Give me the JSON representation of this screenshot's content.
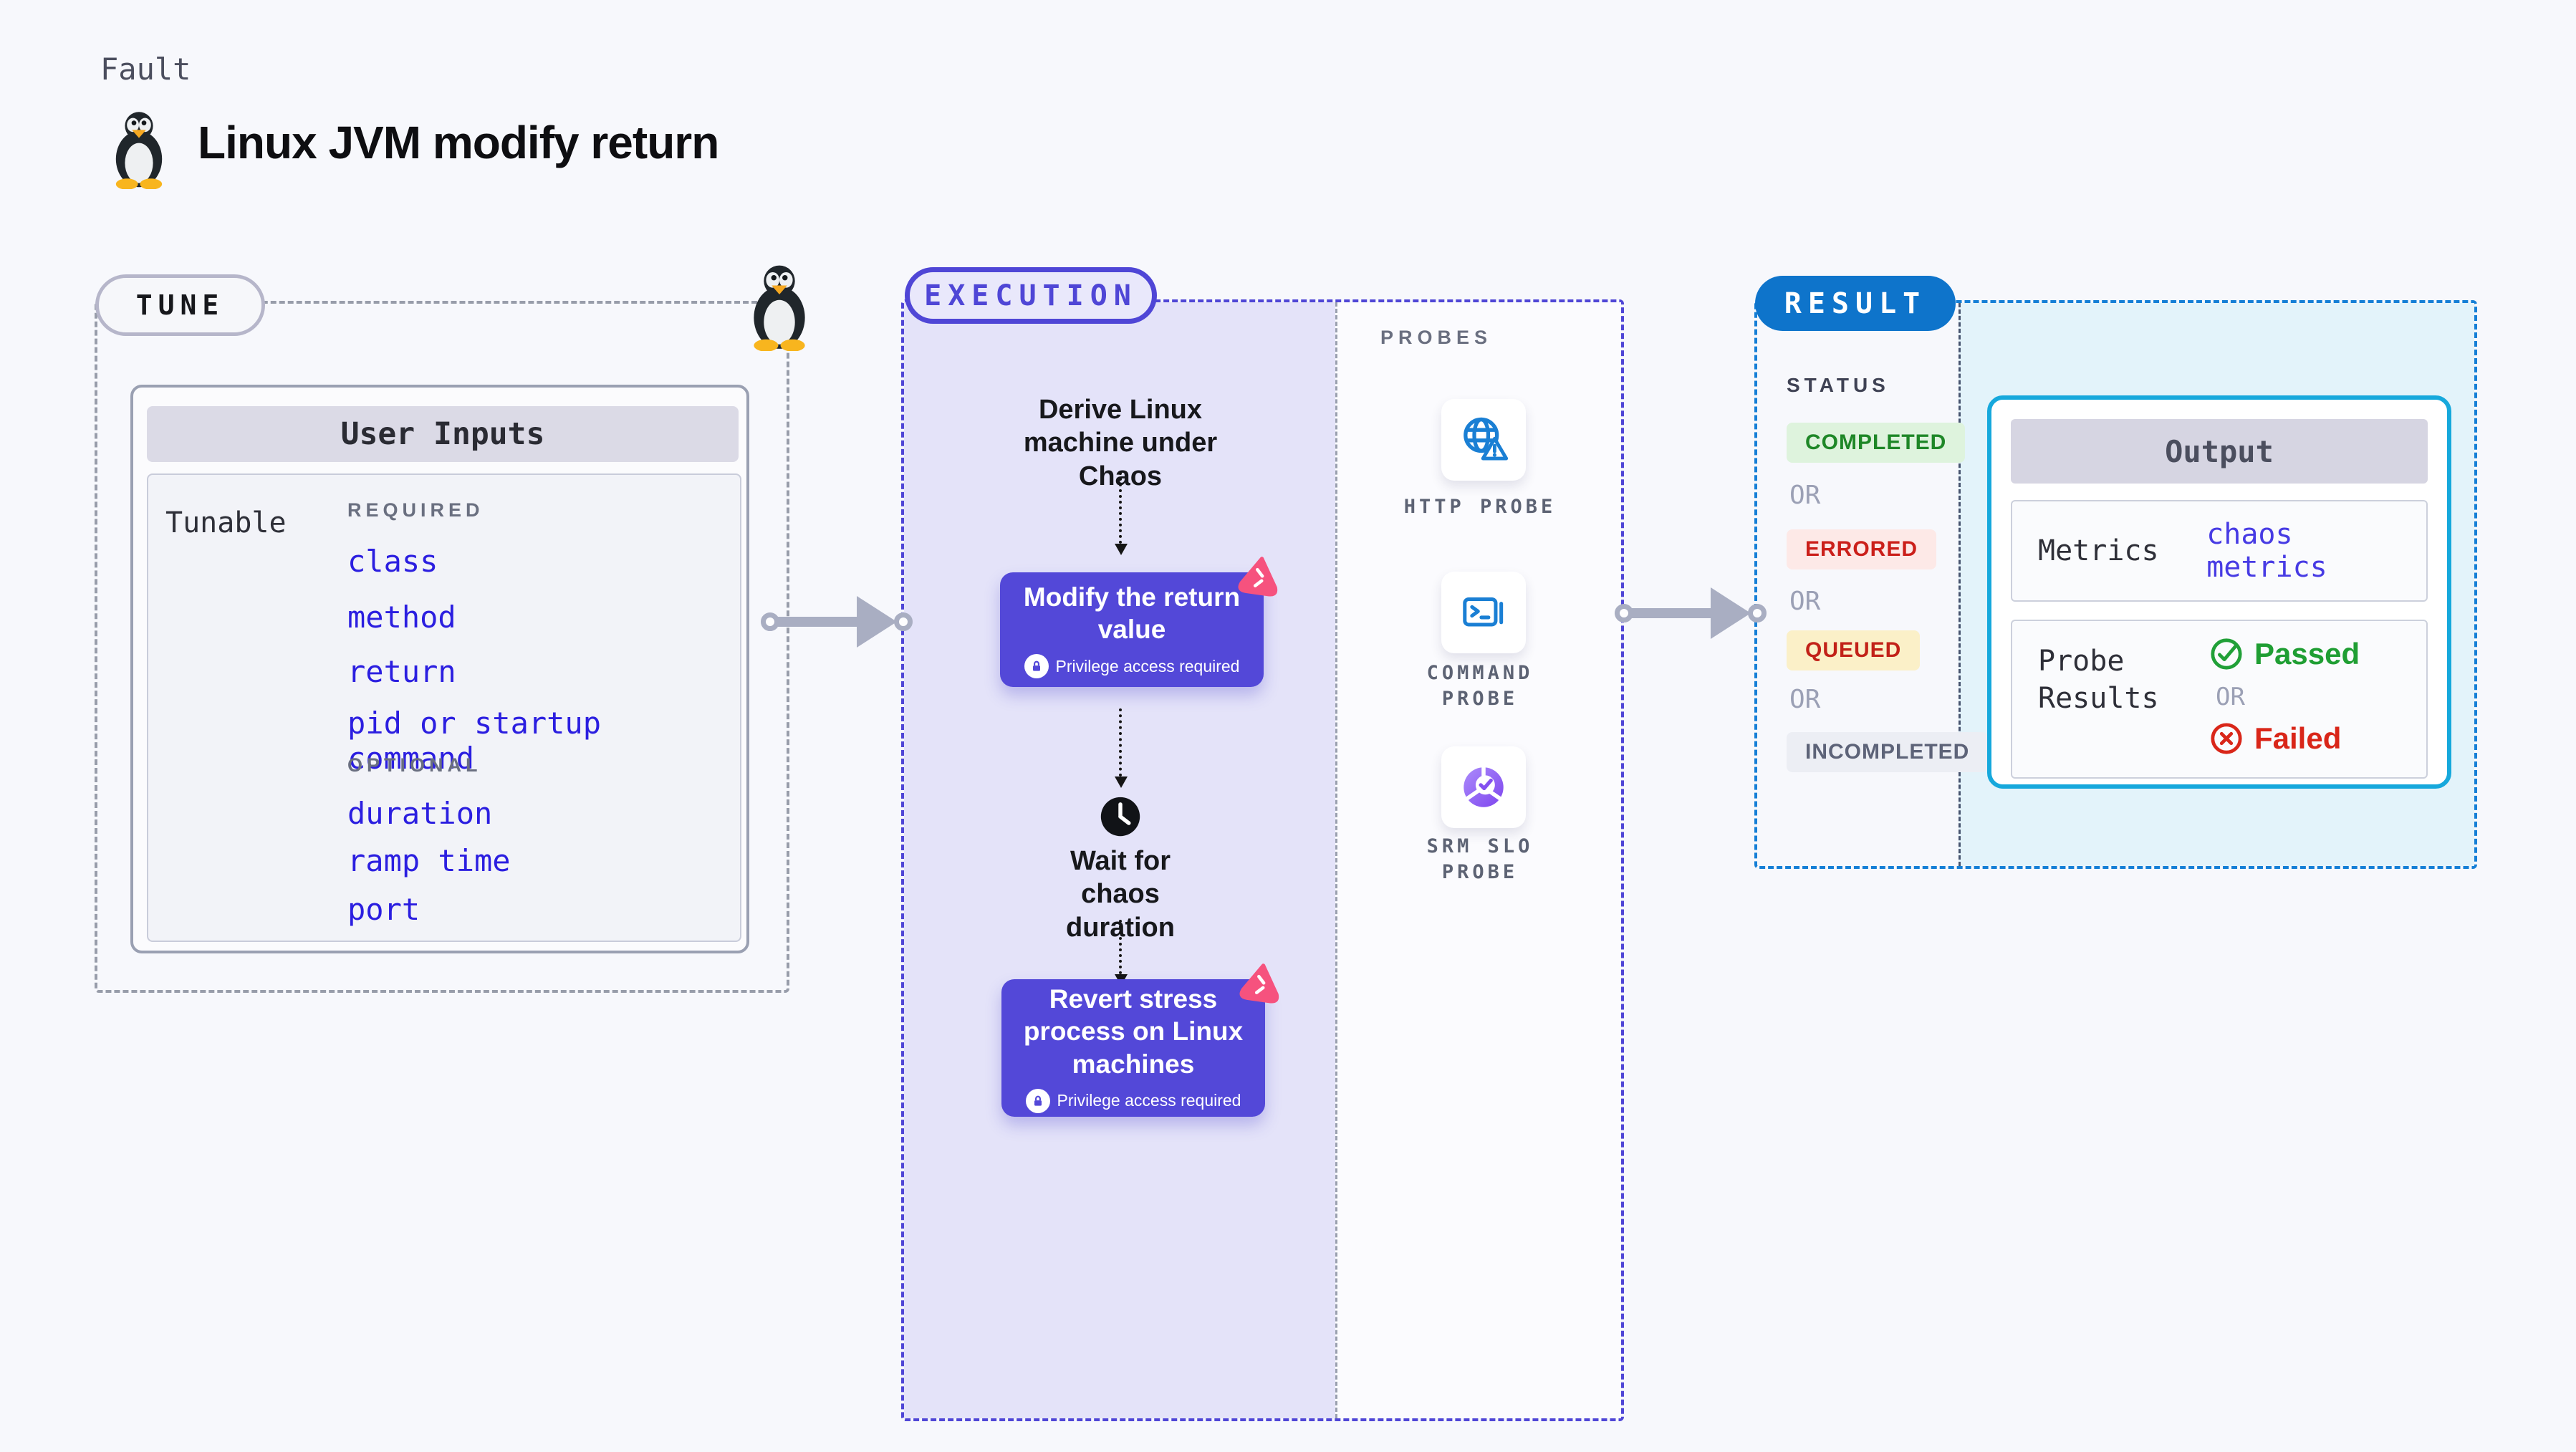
{
  "header": {
    "eyebrow": "Fault",
    "title": "Linux JVM modify return"
  },
  "tune": {
    "pill": "TUNE",
    "user_inputs": {
      "header": "User Inputs",
      "row_label": "Tunable",
      "required_label": "REQUIRED",
      "required_items": [
        "class",
        "method",
        "return",
        "pid or startup command"
      ],
      "optional_label": "OPTIONAL",
      "optional_items": [
        "duration",
        "ramp time",
        "port"
      ]
    }
  },
  "execution": {
    "pill": "EXECUTION",
    "derive_text": "Derive Linux machine under Chaos",
    "modify_node": {
      "title": "Modify the return value",
      "badge": "Privilege access required"
    },
    "wait_text": "Wait for chaos duration",
    "revert_node": {
      "title": "Revert stress process on Linux machines",
      "badge": "Privilege access required"
    }
  },
  "probes": {
    "label": "PROBES",
    "items": [
      {
        "name": "HTTP PROBE",
        "icon": "globe-alert-icon"
      },
      {
        "name": "COMMAND PROBE",
        "icon": "terminal-icon"
      },
      {
        "name": "SRM SLO PROBE",
        "icon": "slo-pie-icon"
      }
    ]
  },
  "result": {
    "pill": "RESULT",
    "status_label": "STATUS",
    "or_label": "OR",
    "statuses": [
      {
        "label": "COMPLETED",
        "bg": "#def3dd",
        "color": "#1e8727"
      },
      {
        "label": "ERRORED",
        "bg": "#fde9e7",
        "color": "#cb1f1a"
      },
      {
        "label": "QUEUED",
        "bg": "#fbf0c8",
        "color": "#c22118"
      },
      {
        "label": "INCOMPLETED",
        "bg": "#eceef4",
        "color": "#5d6378"
      }
    ],
    "output": {
      "header": "Output",
      "metrics_label": "Metrics",
      "metrics_value": "chaos metrics",
      "probe_results_label": "Probe Results",
      "passed_label": "Passed",
      "or_label": "OR",
      "failed_label": "Failed"
    }
  },
  "colors": {
    "page_bg": "#f7f8fc",
    "node_purple": "#5348d8",
    "execution_border": "#4f46d6",
    "execution_fill": "#e4e3f9",
    "result_blue": "#0e74cb",
    "result_border": "#157fd6",
    "output_cyan_border": "#16a8dc",
    "output_cyan_fill": "#e3f3fa",
    "input_link_blue": "#2b1ee0",
    "probe_icon_blue": "#1a7fd4",
    "chaos_pink": "#f6527e",
    "passed_green": "#1f9e33",
    "failed_red": "#d92619"
  }
}
